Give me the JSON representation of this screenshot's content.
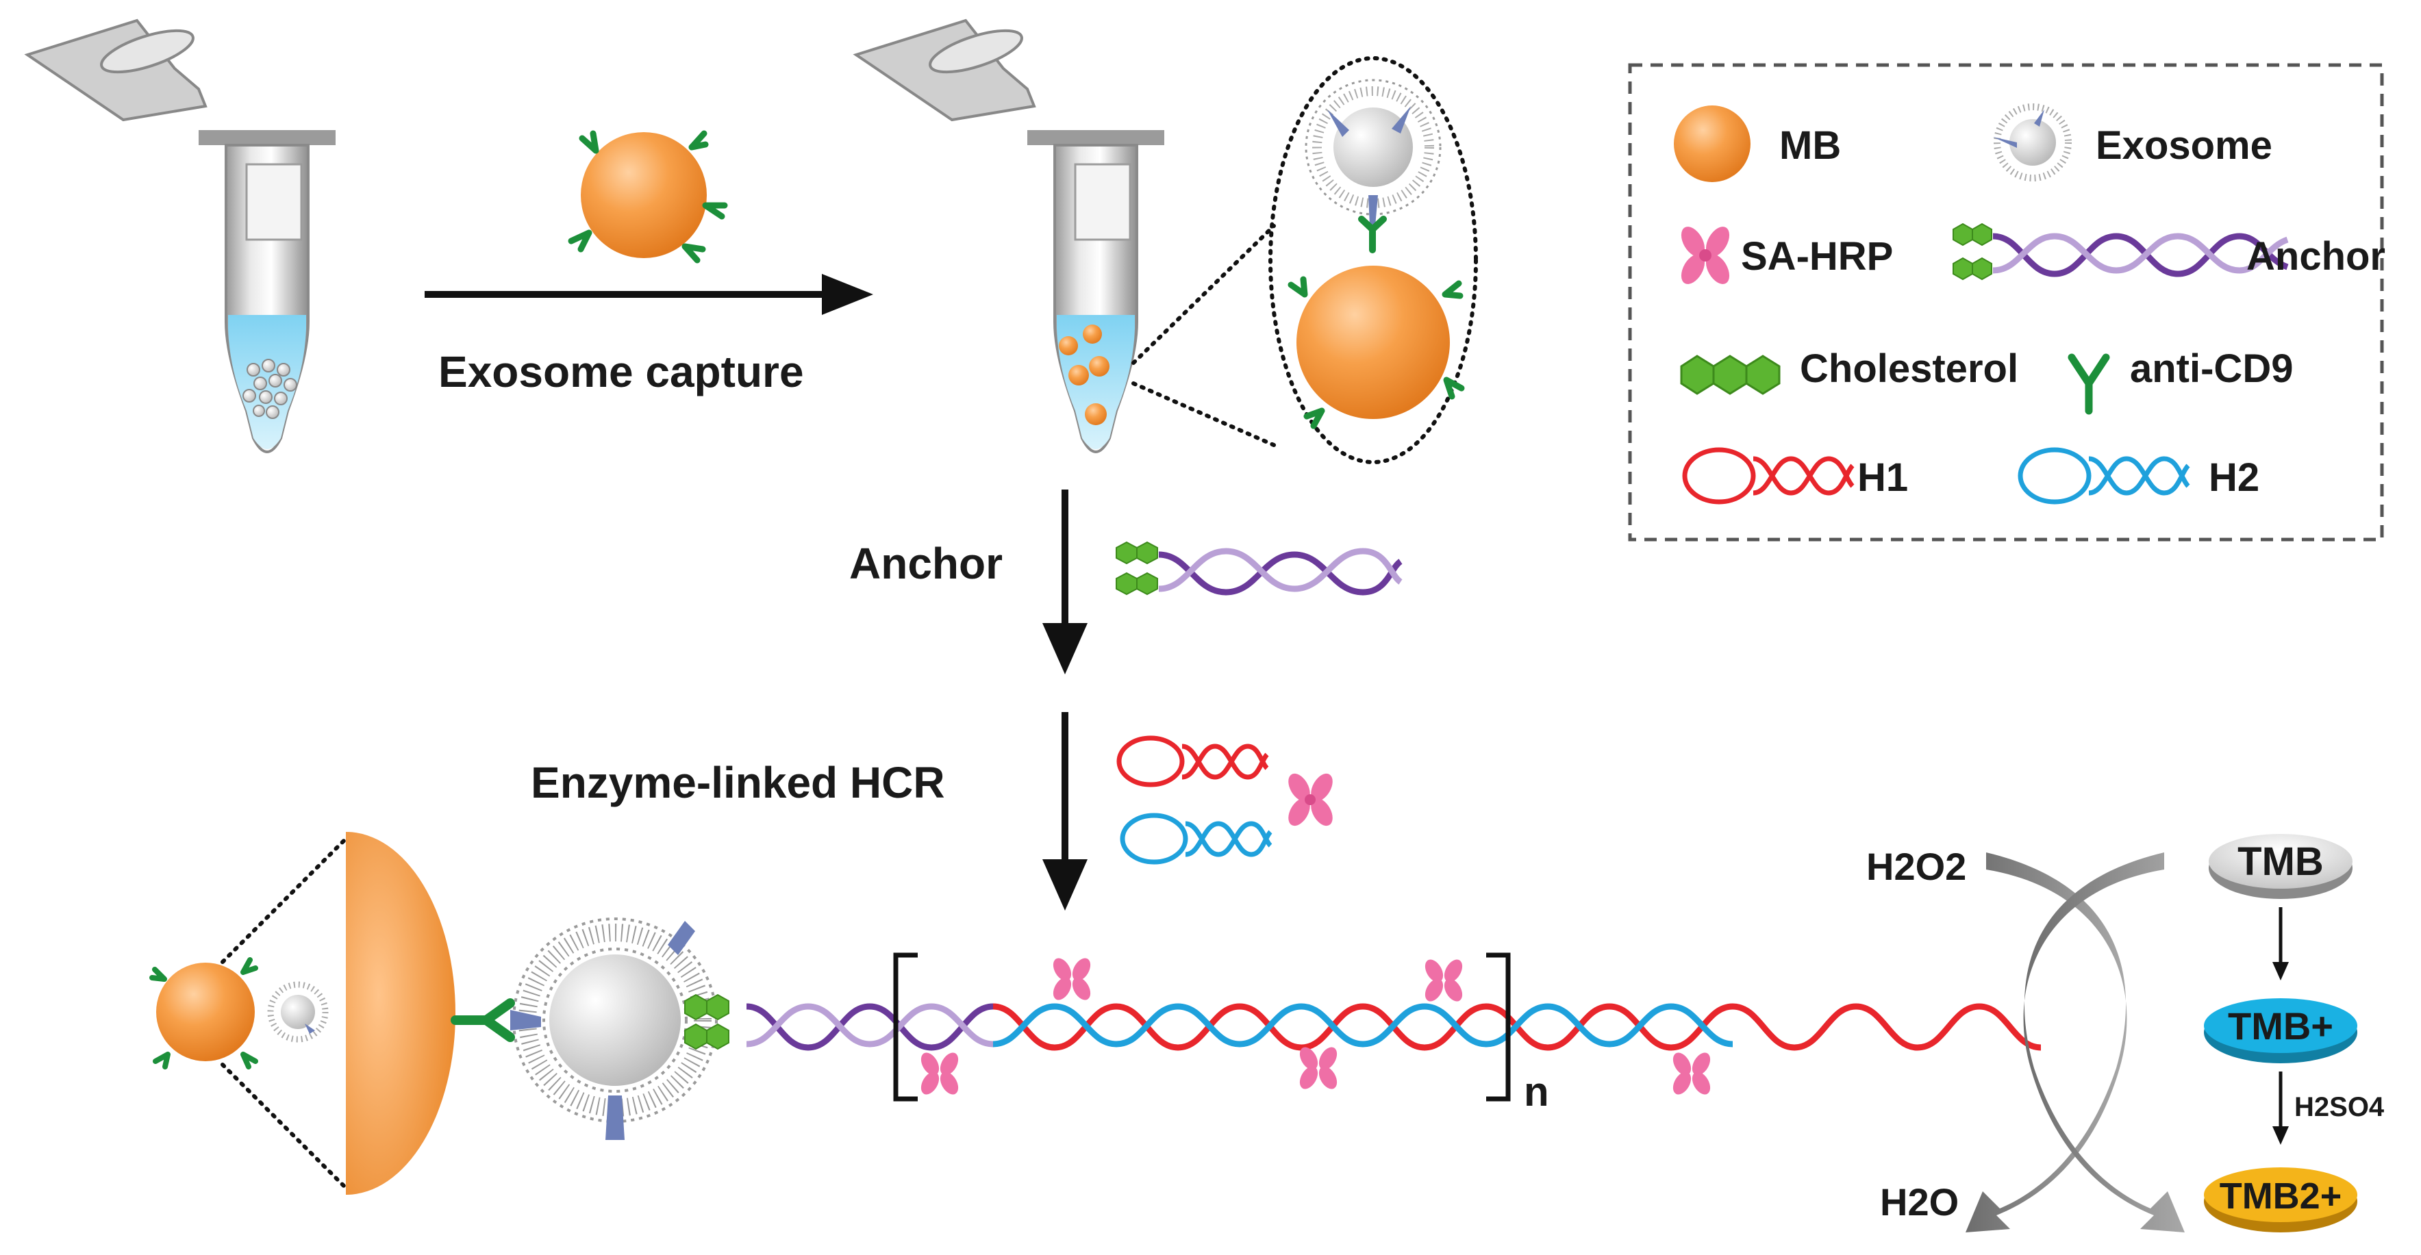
{
  "steps": {
    "capture": "Exosome capture",
    "anchor": "Anchor",
    "hcr": "Enzyme-linked HCR"
  },
  "legend": {
    "mb": "MB",
    "exosome": "Exosome",
    "sahrp": "SA-HRP",
    "anchor": "Anchor",
    "cholesterol": "Cholesterol",
    "anticd9": "anti-CD9",
    "h1": "H1",
    "h2": "H2"
  },
  "repeat_label": "n",
  "reaction": {
    "h2o2": "H2O2",
    "h2o": "H2O",
    "tmb": "TMB",
    "tmb_plus": "TMB+",
    "tmb_2plus": "TMB2+",
    "h2so4": "H2SO4"
  },
  "colors": {
    "mb_orange": "#f39a3e",
    "h1_red": "#e8262c",
    "h2_blue": "#1fa1dc",
    "anchor_purple": "#6a3a9a",
    "anchor_light": "#b9a0d6",
    "cholesterol_green": "#5cb531",
    "antibody_green": "#1c8f3a",
    "sahrp_pink": "#ef6fa6",
    "tmb_plus_fill": "#1ab1e3",
    "tmb_2plus_fill": "#f4b41a"
  }
}
